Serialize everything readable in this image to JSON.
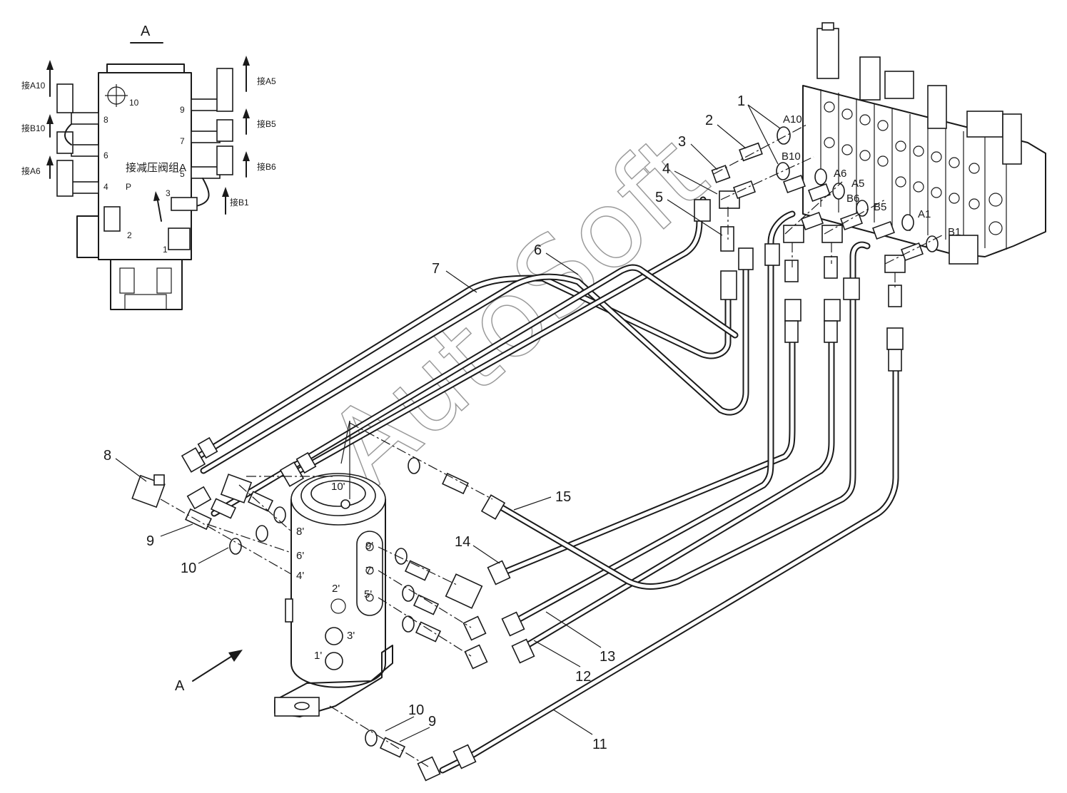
{
  "view_letter": "A",
  "view_arrow_letter": "A",
  "inset": {
    "center_label": "接减压阀组A",
    "center_sub": "P",
    "port_numbers": [
      "10",
      "9",
      "8",
      "7",
      "6",
      "5",
      "4",
      "3",
      "2",
      "1"
    ],
    "port_labels_left": [
      "接A10",
      "接B10",
      "接A6"
    ],
    "port_labels_right": [
      "接A5",
      "接B5",
      "接B6",
      "接B1"
    ]
  },
  "valve_ports": [
    "A10",
    "B10",
    "A6",
    "A5",
    "B6",
    "B5",
    "A1",
    "B1"
  ],
  "swivel_ports": [
    "10'",
    "8'",
    "6'",
    "4'",
    "9'",
    "7'",
    "5'",
    "2'",
    "3'",
    "1'"
  ],
  "callouts": [
    "1",
    "2",
    "3",
    "4",
    "5",
    "6",
    "7",
    "8",
    "9",
    "10",
    "15",
    "14",
    "13",
    "12",
    "11",
    "10",
    "9"
  ],
  "watermark": "AutoSoft"
}
